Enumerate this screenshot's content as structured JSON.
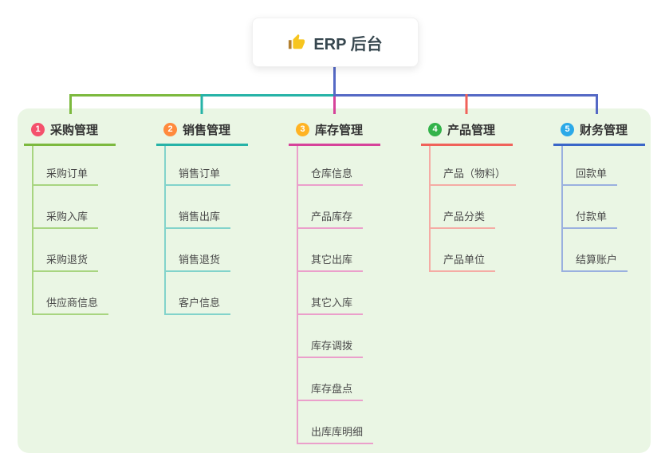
{
  "root": {
    "title": "ERP 后台",
    "icon": "thumbs-up-icon"
  },
  "branches": [
    {
      "id": "1",
      "badge": "1",
      "label": "采购管理",
      "badge_color": "#F4516C",
      "main_color": "#7CB93E",
      "light_color": "#A8D580",
      "children": [
        "采购订单",
        "采购入库",
        "采购退货",
        "供应商信息"
      ]
    },
    {
      "id": "2",
      "badge": "2",
      "label": "销售管理",
      "badge_color": "#FF8A3D",
      "main_color": "#26B3A7",
      "light_color": "#82D3CB",
      "children": [
        "销售订单",
        "销售出库",
        "销售退货",
        "客户信息"
      ]
    },
    {
      "id": "3",
      "badge": "3",
      "label": "库存管理",
      "badge_color": "#FFB323",
      "main_color": "#D6439A",
      "light_color": "#EB9FCB",
      "children": [
        "仓库信息",
        "产品库存",
        "其它出库",
        "其它入库",
        "库存调拨",
        "库存盘点",
        "出库库明细"
      ]
    },
    {
      "id": "4",
      "badge": "4",
      "label": "产品管理",
      "badge_color": "#33B34A",
      "main_color": "#F0625A",
      "light_color": "#F5ABA4",
      "children": [
        "产品（物料）",
        "产品分类",
        "产品单位"
      ]
    },
    {
      "id": "5",
      "badge": "5",
      "label": "财务管理",
      "badge_color": "#2BA9E8",
      "main_color": "#3A66C8",
      "light_color": "#9AB0DF",
      "children": [
        "回款单",
        "付款单",
        "结算账户"
      ]
    }
  ],
  "colors": {
    "root_line": "#5569C5",
    "panel_bg": "#EAF6E4",
    "title_text": "#333333",
    "child_text": "#4A4A4A",
    "root_text": "#37474F",
    "card_bg": "#FFFFFF",
    "thumb_hand": "#F7C51E",
    "thumb_cuff": "#B3802F"
  }
}
